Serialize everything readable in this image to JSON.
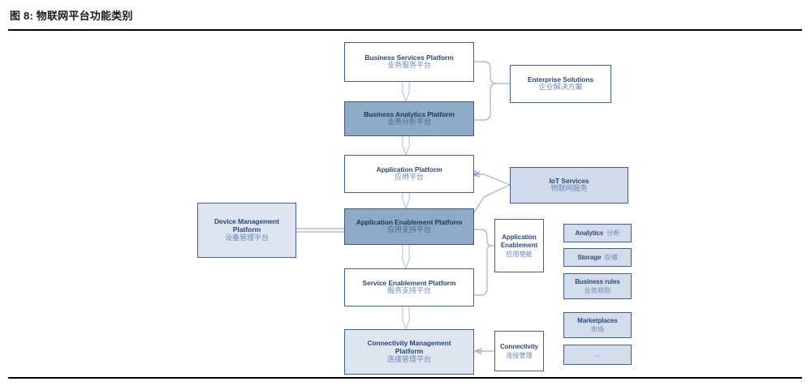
{
  "figure": {
    "title": "图 8: 物联网平台功能类别"
  },
  "diagram": {
    "type": "block-diagram",
    "colors": {
      "border": "#44608c",
      "text_en": "#2e4a75",
      "text_cn": "#6f8ab5",
      "fill_white": "#ffffff",
      "fill_light": "#dce5f0",
      "fill_highlight": "#8fa9c9",
      "rule": "#000000"
    },
    "nodes": {
      "business_services": {
        "en": "Business Services Platform",
        "cn": "业务服务平台",
        "fill": "white"
      },
      "business_analytics": {
        "en": "Business Analytics Platform",
        "cn": "业务分析平台",
        "fill": "highlight"
      },
      "application_platform": {
        "en": "Application Platform",
        "cn": "应用平台",
        "fill": "white"
      },
      "app_enablement_platform": {
        "en": "Application Enablement Platform",
        "cn": "应用支持平台",
        "fill": "highlight"
      },
      "service_enablement": {
        "en": "Service Enablement Platform",
        "cn": "服务支持平台",
        "fill": "white"
      },
      "connectivity_mgmt": {
        "en_line1": "Connectivity Management",
        "en_line2": "Platform",
        "cn": "连接管理平台",
        "fill": "light"
      },
      "device_mgmt": {
        "en_line1": "Device  Management",
        "en_line2": "Platform",
        "cn": "设备管理平台",
        "fill": "light"
      },
      "enterprise_solutions": {
        "en": "Enterprise Solutions",
        "cn": "企业解决方案",
        "fill": "white"
      },
      "iot_services": {
        "en": "IoT Services",
        "cn": "物联网服务",
        "fill": "mid"
      },
      "app_enablement_small": {
        "en_line1": "Application",
        "en_line2": "Enablement",
        "cn": "应用使能",
        "fill": "white"
      },
      "connectivity_small": {
        "en": "Connectivity",
        "cn": "连接管理",
        "fill": "white"
      }
    },
    "chips": [
      {
        "en": "Analytics",
        "cn": "分析"
      },
      {
        "en": "Storage",
        "cn": "存储"
      },
      {
        "en": "Business rules",
        "cn": "业务规则"
      },
      {
        "en": "Marketplaces",
        "cn": "市场"
      },
      {
        "en": "",
        "cn": "…"
      }
    ]
  }
}
